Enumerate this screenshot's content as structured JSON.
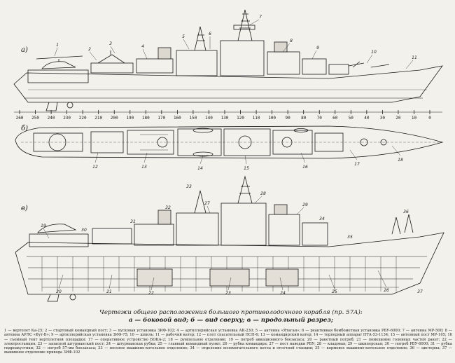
{
  "views": {
    "side_label": "а)",
    "top_label": "б)",
    "section_label": "в)"
  },
  "frame_scale": [
    "260",
    "250",
    "240",
    "230",
    "220",
    "210",
    "200",
    "190",
    "180",
    "170",
    "160",
    "150",
    "140",
    "130",
    "120",
    "110",
    "100",
    "90",
    "80",
    "70",
    "60",
    "50",
    "40",
    "30",
    "20",
    "10",
    "0"
  ],
  "callouts_a": [
    "1",
    "2",
    "3",
    "4",
    "5",
    "6",
    "7",
    "8",
    "9",
    "10",
    "11"
  ],
  "callouts_b": [
    "12",
    "13",
    "14",
    "15",
    "16",
    "17",
    "18"
  ],
  "callouts_c": [
    "19",
    "20",
    "21",
    "22",
    "23",
    "24",
    "25",
    "26",
    "27",
    "28",
    "29",
    "30",
    "31",
    "32",
    "33",
    "34",
    "35",
    "36",
    "37"
  ],
  "caption": {
    "title": "Чертежи общего расположения большого противолодочного корабля (пр. 57А):",
    "subtitle": "а — боковой вид; б — вид сверху; в — продольный разрез;"
  },
  "legend": "1 — вертолет Ка-25; 2 — стартовый командный пост; 3 — пусковая установка ЗИФ-102; 4 — артиллерийская установка АК-230; 5 — антенна «Ятаган»; 6 — реактивная бомбометная установка РБУ-6000; 7 — антенна МР-500; 8 — антенна АРЛС «Фут-Б»; 9 — артиллерийская установка ЗИФ-75; 10 — шпиль; 11 — рабочий катер; 12 — плот спасательный ПСН-6; 13 — командирский катер; 14 — торпедный аппарат ПТА-53-1134; 15 — антенный пост МР-105; 16 — съемный тент вертолетной площадки; 17 — оперативное устройство БОКА-2; 18 — румпельное отделение; 19 — погреб авиационного боезапаса; 20 — ракетный погреб; 21 — помещение головных частей ракет; 22 — электростанция; 23 — запасной штурманский пост; 24 — штурманская рубка; 25 — главный командный пункт; 26 — рубка командира; 27 — пост наводки РБУ; 28 — кладовая; 29 — шкиперская; 30 — погреб РБУ-6000; 31 — рубка гидроакустики; 32 — погреб 57-мм боезапаса; 33 — носовое машинно-котельное отделение; 34 — отделение вспомогательного котла и отсечной станции; 35 — кормовое машинно-котельное отделение; 36 — цистерна; 37 — машинное отделение привода ЗИФ-102"
}
